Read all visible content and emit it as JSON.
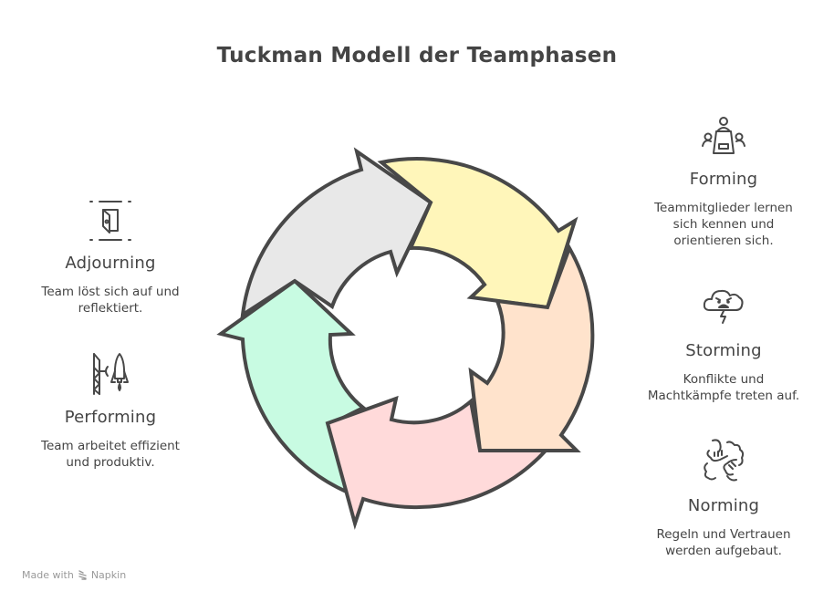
{
  "title": "Tuckman Modell der Teamphasen",
  "diagram": {
    "type": "cycle",
    "segments": [
      {
        "id": "adjourning",
        "color": "#E8E8E8"
      },
      {
        "id": "forming",
        "color": "#FFF6BA"
      },
      {
        "id": "storming",
        "color": "#FFE3CC"
      },
      {
        "id": "norming",
        "color": "#FFDADA"
      },
      {
        "id": "performing",
        "color": "#C8FBE2"
      }
    ],
    "stroke_color": "#484848"
  },
  "phases": {
    "forming": {
      "icon": "meeting-table-people-icon",
      "name": "Forming",
      "description": "Teammitglieder lernen\nsich kennen und\norientieren sich."
    },
    "storming": {
      "icon": "angry-storm-cloud-icon",
      "name": "Storming",
      "description": "Konflikte und\nMachtkämpfe treten auf."
    },
    "norming": {
      "icon": "clasped-hands-icon",
      "name": "Norming",
      "description": "Regeln und Vertrauen\nwerden aufgebaut."
    },
    "performing": {
      "icon": "rocket-launch-tower-icon",
      "name": "Performing",
      "description": "Team arbeitet effizient\nund produktiv."
    },
    "adjourning": {
      "icon": "exit-door-icon",
      "name": "Adjourning",
      "description": "Team löst sich auf und\nreflektiert."
    }
  },
  "footer": {
    "made_with": "Made with",
    "brand": "Napkin"
  }
}
